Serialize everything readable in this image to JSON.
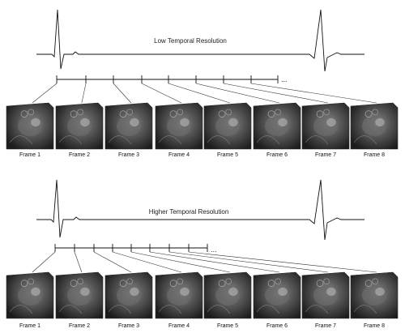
{
  "panels": [
    {
      "title": "Low Temporal Resolution",
      "frames": [
        "Frame 1",
        "Frame 2",
        "Frame 3",
        "Frame 4",
        "Frame 5",
        "Frame 6",
        "Frame 7",
        "Frame 8"
      ],
      "ellipsis": "..."
    },
    {
      "title": "Higher Temporal Resolution",
      "frames": [
        "Frame 1",
        "Frame 2",
        "Frame 3",
        "Frame 4",
        "Frame 5",
        "Frame 6",
        "Frame 7",
        "Frame 8"
      ],
      "ellipsis": "..."
    }
  ],
  "colors": {
    "line": "#111111",
    "mri_dark": "#2a2a2a",
    "mri_mid": "#6b6b6b",
    "mri_light": "#bdbdbd"
  }
}
